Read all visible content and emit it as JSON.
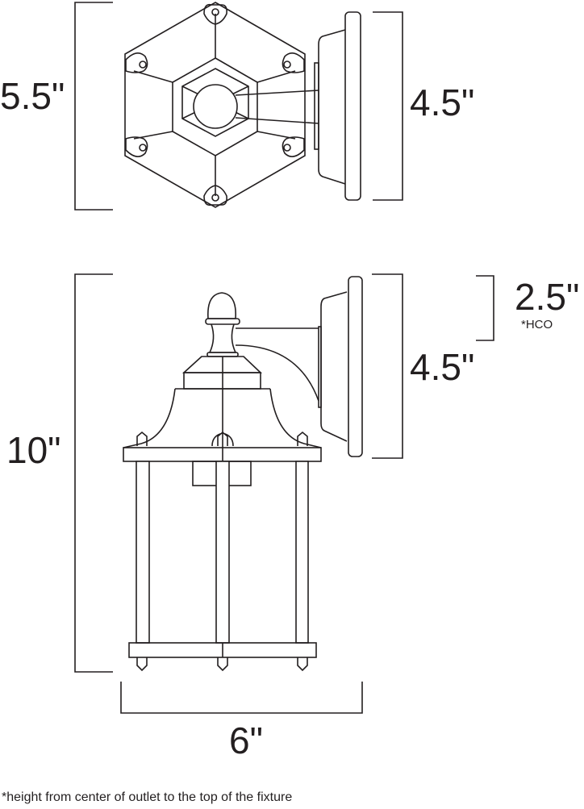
{
  "dimensions": {
    "top_view_depth": "5.5\"",
    "top_view_backplate": "4.5\"",
    "height": "10\"",
    "side_backplate": "4.5\"",
    "hco": "2.5\"",
    "hco_marker": "*HCO",
    "width": "6\""
  },
  "footnote": "*height from center of outlet to the top of the fixture",
  "colors": {
    "line": "#231f20",
    "background": "#ffffff"
  }
}
